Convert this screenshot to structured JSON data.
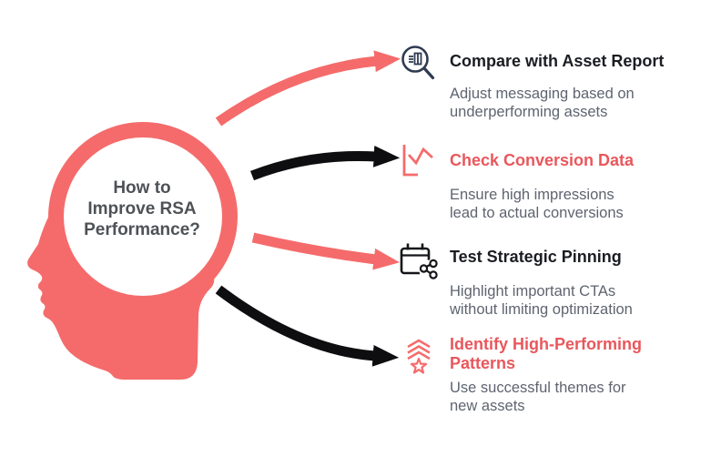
{
  "title": "How to Improve RSA Performance?",
  "head": {
    "question_lines": [
      "How to",
      "Improve RSA",
      "Performance?"
    ]
  },
  "items": [
    {
      "icon": "report-search-icon",
      "title_lines": [
        "Compare with Asset Report"
      ],
      "title_color": "dark",
      "desc_lines": [
        "Adjust messaging based on",
        "underperforming assets"
      ]
    },
    {
      "icon": "line-chart-icon",
      "title_lines": [
        "Check Conversion Data"
      ],
      "title_color": "red",
      "desc_lines": [
        "Ensure high impressions",
        "lead to actual conversions"
      ]
    },
    {
      "icon": "calendar-pinning-icon",
      "title_lines": [
        "Test Strategic Pinning"
      ],
      "title_color": "dark",
      "desc_lines": [
        "Highlight important CTAs",
        "without limiting optimization"
      ]
    },
    {
      "icon": "chevrons-star-icon",
      "title_lines": [
        "Identify High-Performing",
        "Patterns"
      ],
      "title_color": "red",
      "desc_lines": [
        "Use successful themes for",
        "new assets"
      ]
    }
  ],
  "colors": {
    "coral_shape": "#F56B6B",
    "red_title": "#E9575C",
    "dark_title": "#1B1D22",
    "body_text": "#5E6470",
    "head_text": "#4E5256",
    "icon_navy": "#2F3B52",
    "arrow_black": "#0E0E10",
    "background": "#FFFFFF"
  }
}
